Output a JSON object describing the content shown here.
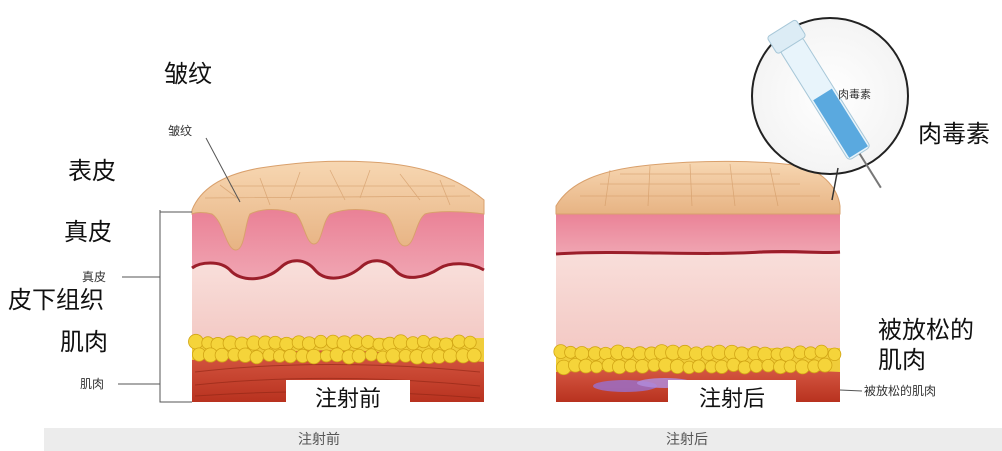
{
  "labels": {
    "wrinkle_big": "皱纹",
    "wrinkle_small": "皱纹",
    "epidermis": "表皮",
    "dermis_big": "真皮",
    "dermis_small": "真皮",
    "subcutaneous": "皮下组织",
    "muscle_big": "肌肉",
    "muscle_small": "肌肉",
    "botox_big": "肉毒素",
    "botox_syringe": "肉毒素",
    "relaxed_muscle_big_line1": "被放松的",
    "relaxed_muscle_big_line2": "肌肉",
    "relaxed_muscle_small": "被放松的肌肉",
    "before_box": "注射前",
    "after_box": "注射后",
    "before_bar": "注射前",
    "after_bar": "注射后"
  },
  "colors": {
    "skin_top": "#f2c9a0",
    "dermis": "#e9788e",
    "subcutaneous": "#f6d2cf",
    "fat": "#f3d23b",
    "muscle": "#c8402e"
  }
}
